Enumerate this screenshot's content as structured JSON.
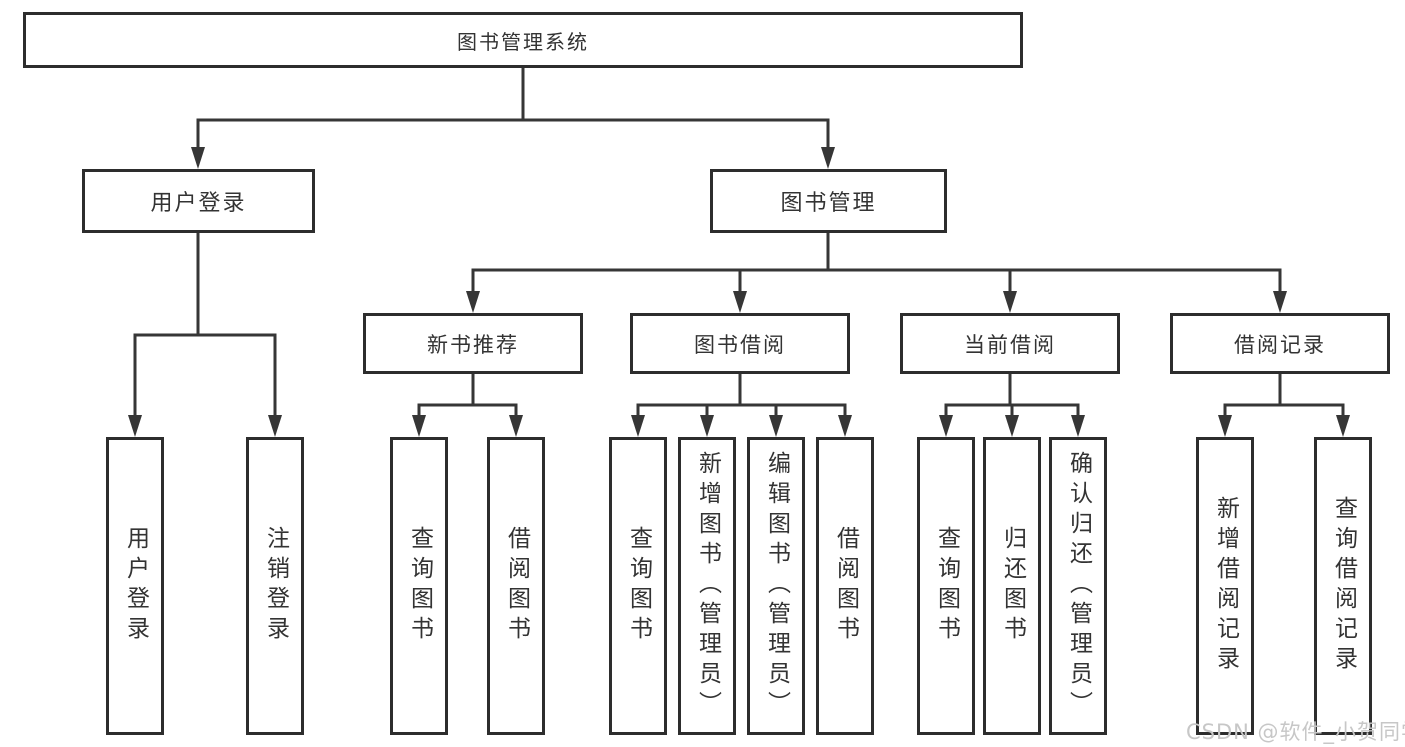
{
  "diagram": {
    "type": "hierarchy-tree",
    "colors": {
      "background": "#ffffff",
      "box_background": "#ffffff",
      "box_border": "#2d2d2d",
      "line": "#363636",
      "text": "#333333",
      "watermark": "#c7c7c7"
    },
    "nodes": {
      "root": {
        "label": "图书管理系统"
      },
      "level2": [
        {
          "label": "用户登录",
          "parent": "图书管理系统"
        },
        {
          "label": "图书管理",
          "parent": "图书管理系统"
        }
      ],
      "level3": [
        {
          "label": "新书推荐",
          "parent": "图书管理"
        },
        {
          "label": "图书借阅",
          "parent": "图书管理"
        },
        {
          "label": "当前借阅",
          "parent": "图书管理"
        },
        {
          "label": "借阅记录",
          "parent": "图书管理"
        }
      ],
      "leaves": [
        {
          "label": "用户登录",
          "parent": "用户登录"
        },
        {
          "label": "注销登录",
          "parent": "用户登录"
        },
        {
          "label": "查询图书",
          "parent": "新书推荐"
        },
        {
          "label": "借阅图书",
          "parent": "新书推荐"
        },
        {
          "label": "查询图书",
          "parent": "图书借阅"
        },
        {
          "label": "新增图书（管理员）",
          "parent": "图书借阅"
        },
        {
          "label": "编辑图书（管理员）",
          "parent": "图书借阅"
        },
        {
          "label": "借阅图书",
          "parent": "图书借阅"
        },
        {
          "label": "查询图书",
          "parent": "当前借阅"
        },
        {
          "label": "归还图书",
          "parent": "当前借阅"
        },
        {
          "label": "确认归还（管理员）",
          "parent": "当前借阅"
        },
        {
          "label": "新增借阅记录",
          "parent": "借阅记录"
        },
        {
          "label": "查询借阅记录",
          "parent": "借阅记录"
        }
      ]
    }
  },
  "watermark": {
    "text": "CSDN @软件_小贺同学"
  }
}
